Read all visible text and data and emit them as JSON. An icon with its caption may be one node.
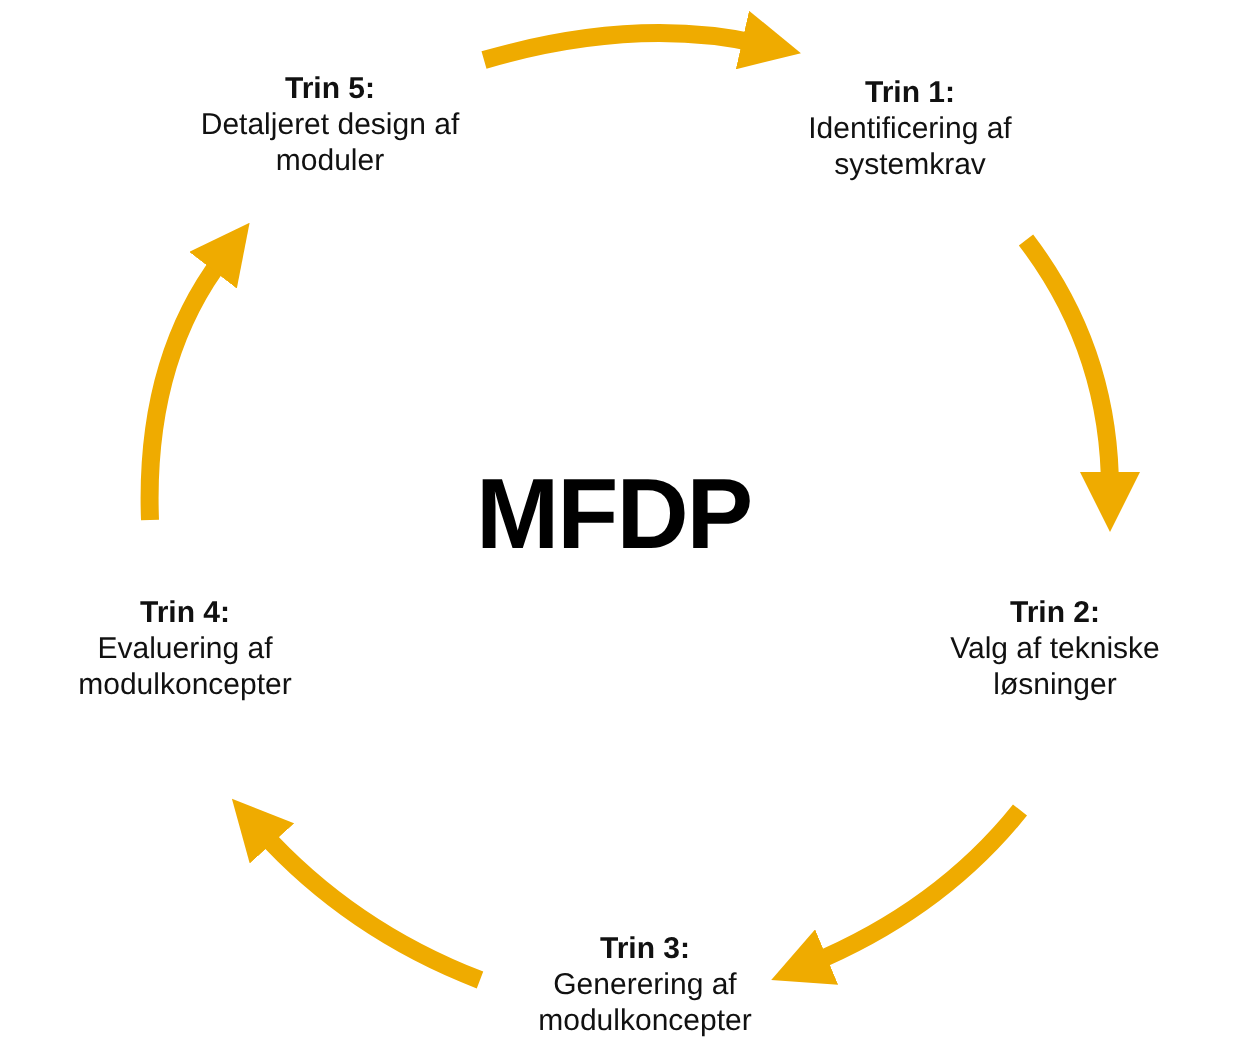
{
  "diagram": {
    "nodes": [
      {
        "text": [
          "Trin 1:",
          "Identificering af systemkrav"
        ]
      },
      {
        "text": [
          "Trin 2:",
          "Valg af tekniske løsninger"
        ]
      },
      {
        "text": [
          "Trin 3:",
          "Generering af modulkoncepter"
        ]
      },
      {
        "text": [
          "Trin 4:",
          "Evaluering af modulkoncepter"
        ]
      },
      {
        "text": [
          "Trin 5:",
          "Detaljeret design af moduler"
        ]
      }
    ],
    "edges": [
      {
        "from": 4,
        "to": 0,
        "arrow": "to"
      },
      {
        "from": 0,
        "to": 1,
        "arrow": "to"
      },
      {
        "from": 1,
        "to": 2,
        "arrow": "to"
      },
      {
        "from": 2,
        "to": 3,
        "arrow": "to"
      },
      {
        "from": 3,
        "to": 4,
        "arrow": "to"
      }
    ],
    "labels": [
      "MFDP"
    ]
  }
}
